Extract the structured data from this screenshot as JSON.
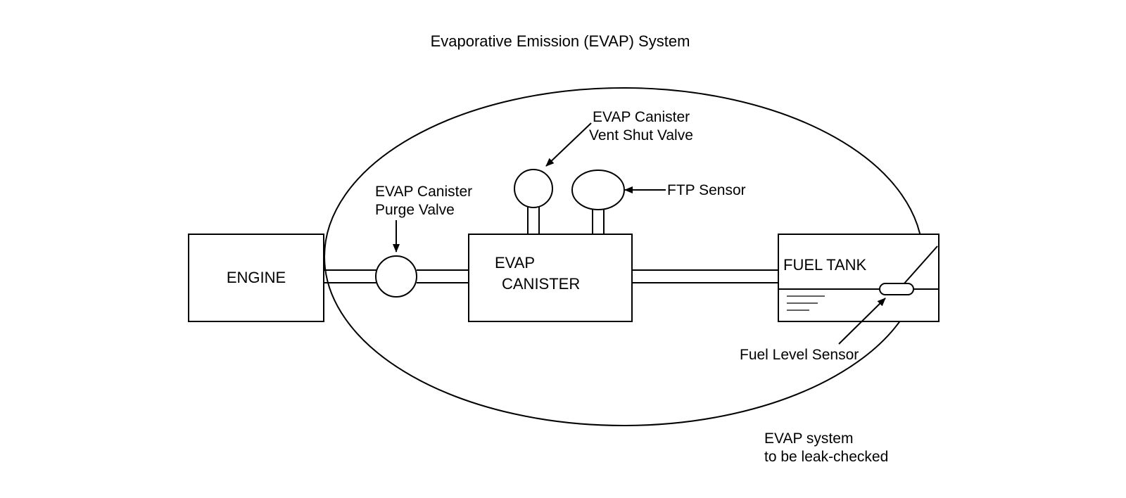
{
  "diagram": {
    "title": "Evaporative Emission (EVAP) System",
    "engine_label": "ENGINE",
    "canister_label_line1": "EVAP",
    "canister_label_line2": "CANISTER",
    "fuel_tank_label": "FUEL TANK",
    "vent_valve_label_line1": "EVAP Canister",
    "vent_valve_label_line2": "Vent Shut Valve",
    "purge_valve_label_line1": "EVAP Canister",
    "purge_valve_label_line2": "Purge Valve",
    "ftp_sensor_label": "FTP Sensor",
    "fuel_level_sensor_label": "Fuel Level Sensor",
    "leak_check_label_line1": "EVAP system",
    "leak_check_label_line2": "to be leak-checked"
  },
  "colors": {
    "line": "#000000",
    "background": "#ffffff"
  }
}
